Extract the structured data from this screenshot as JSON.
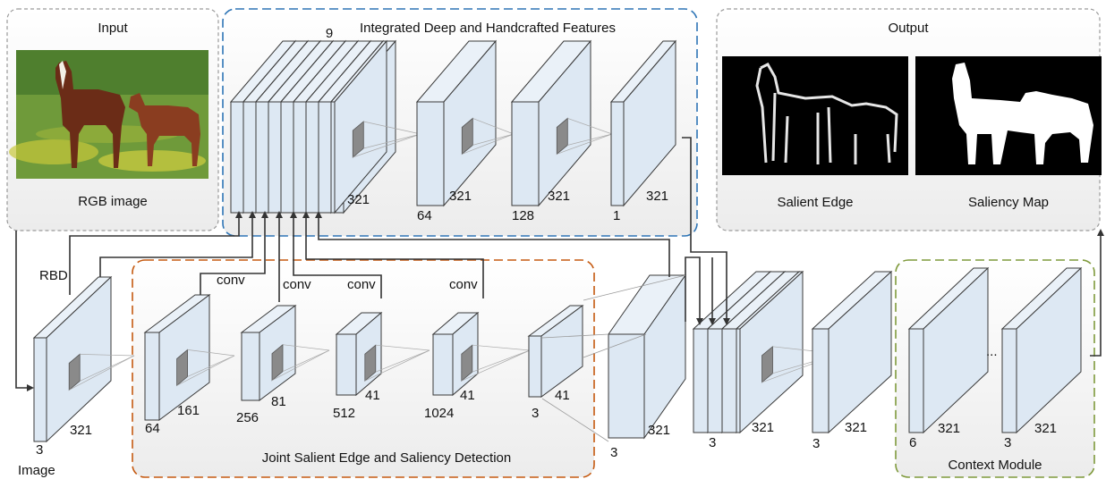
{
  "colors": {
    "input_border": "#9a9a9a",
    "features_border": "#2e75b6",
    "detection_border": "#c55a11",
    "context_border": "#7f9a3c",
    "box_fill": "#f2f2f2",
    "layer_fill": "#dde8f3",
    "layer_stroke": "#3a3a3a",
    "arrow": "#333333"
  },
  "input_panel": {
    "title": "Input",
    "caption": "RGB image",
    "image": "horse-and-foal-photo"
  },
  "output_panel": {
    "title": "Output",
    "edge_caption": "Salient Edge",
    "map_caption": "Saliency Map"
  },
  "features_panel": {
    "title": "Integrated Deep and Handcrafted Features",
    "stack_count": "9",
    "stack_size": "321",
    "layers": [
      {
        "channels": "64",
        "size": "321"
      },
      {
        "channels": "128",
        "size": "321"
      },
      {
        "channels": "1",
        "size": "321"
      }
    ]
  },
  "detection_panel": {
    "title": "Joint Salient Edge and Saliency Detection",
    "layers": [
      {
        "channels": "64",
        "size": "161"
      },
      {
        "channels": "256",
        "size": "81"
      },
      {
        "channels": "512",
        "size": "41"
      },
      {
        "channels": "1024",
        "size": "41"
      },
      {
        "channels": "3",
        "size": "41"
      }
    ],
    "conv_labels": [
      "conv",
      "conv",
      "conv",
      "conv"
    ]
  },
  "image_block": {
    "label": "Image",
    "channels": "3",
    "size": "321",
    "rbd_label": "RBD"
  },
  "upsampled": {
    "channels": "3",
    "size": "321"
  },
  "concat": {
    "channels": "3",
    "size": "321"
  },
  "after_concat": {
    "channels": "3",
    "size": "321"
  },
  "context_panel": {
    "title": "Context Module",
    "first": {
      "channels": "6",
      "size": "321"
    },
    "last": {
      "channels": "3",
      "size": "321"
    },
    "ellipsis": "..."
  }
}
